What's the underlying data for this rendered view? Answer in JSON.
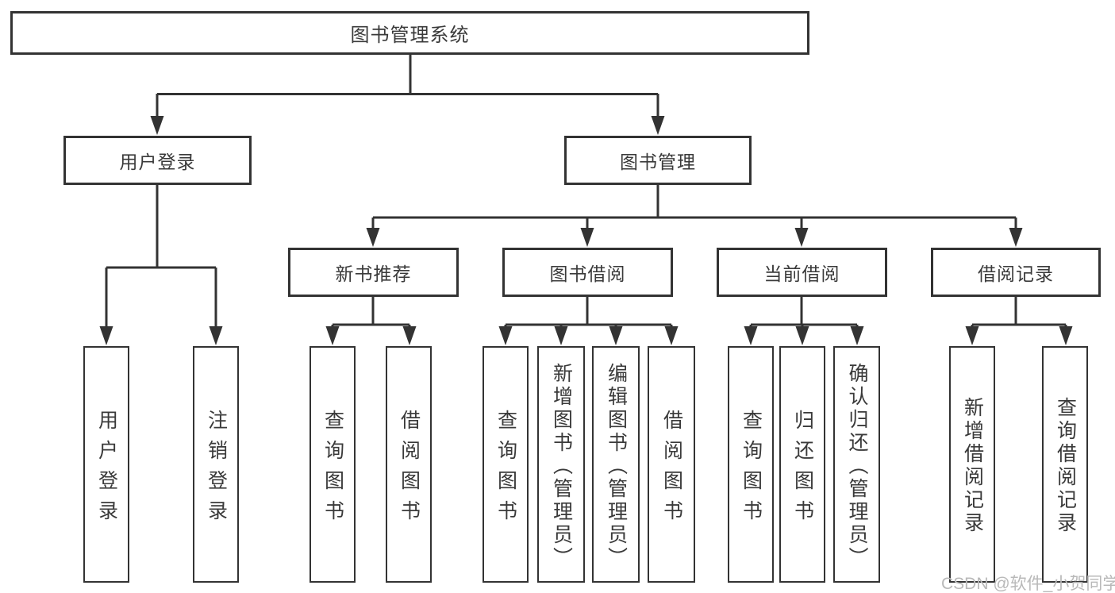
{
  "diagram": {
    "root": "图书管理系统",
    "user_branch": {
      "label": "用户登录",
      "leaves": [
        "用户登录",
        "注销登录"
      ]
    },
    "book_branch": {
      "label": "图书管理",
      "groups": [
        {
          "label": "新书推荐",
          "leaves": [
            "查询图书",
            "借阅图书"
          ]
        },
        {
          "label": "图书借阅",
          "leaves": [
            "查询图书",
            "新增图书（管理员）",
            "编辑图书（管理员）",
            "借阅图书"
          ]
        },
        {
          "label": "当前借阅",
          "leaves": [
            "查询图书",
            "归还图书",
            "确认归还（管理员）"
          ]
        },
        {
          "label": "借阅记录",
          "leaves": [
            "新增借阅记录",
            "查询借阅记录"
          ]
        }
      ]
    },
    "watermark": "CSDN @软件_小贺同学",
    "colors": {
      "line": "#333333",
      "text": "#3a3a3a",
      "watermark": "#b9b9b9",
      "background": "#ffffff"
    }
  }
}
